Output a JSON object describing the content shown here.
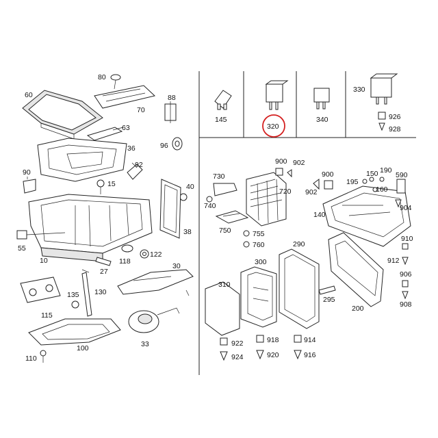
{
  "labels": [
    {
      "id": "p80",
      "text": "80"
    },
    {
      "id": "p60",
      "text": "60"
    },
    {
      "id": "p88",
      "text": "88"
    },
    {
      "id": "p70",
      "text": "70"
    },
    {
      "id": "p63",
      "text": "63"
    },
    {
      "id": "p96",
      "text": "96"
    },
    {
      "id": "p36",
      "text": "36"
    },
    {
      "id": "p92",
      "text": "92"
    },
    {
      "id": "p90",
      "text": "90"
    },
    {
      "id": "p15",
      "text": "15"
    },
    {
      "id": "p40",
      "text": "40"
    },
    {
      "id": "p38",
      "text": "38"
    },
    {
      "id": "p55",
      "text": "55"
    },
    {
      "id": "p10",
      "text": "10"
    },
    {
      "id": "p27",
      "text": "27"
    },
    {
      "id": "p118",
      "text": "118"
    },
    {
      "id": "p122",
      "text": "122"
    },
    {
      "id": "p30",
      "text": "30"
    },
    {
      "id": "p135",
      "text": "135"
    },
    {
      "id": "p130",
      "text": "130"
    },
    {
      "id": "p115",
      "text": "115"
    },
    {
      "id": "p100",
      "text": "100"
    },
    {
      "id": "p33",
      "text": "33"
    },
    {
      "id": "p110",
      "text": "110"
    },
    {
      "id": "p145",
      "text": "145"
    },
    {
      "id": "p320",
      "text": "320"
    },
    {
      "id": "p340",
      "text": "340"
    },
    {
      "id": "p330",
      "text": "330"
    },
    {
      "id": "p926",
      "text": "926"
    },
    {
      "id": "p928",
      "text": "928"
    },
    {
      "id": "p730",
      "text": "730"
    },
    {
      "id": "p900a",
      "text": "900"
    },
    {
      "id": "p902a",
      "text": "902"
    },
    {
      "id": "p720",
      "text": "720"
    },
    {
      "id": "p740",
      "text": "740"
    },
    {
      "id": "p750",
      "text": "750"
    },
    {
      "id": "p755",
      "text": "755"
    },
    {
      "id": "p760",
      "text": "760"
    },
    {
      "id": "p900b",
      "text": "900"
    },
    {
      "id": "p902b",
      "text": "902"
    },
    {
      "id": "p195",
      "text": "195"
    },
    {
      "id": "p150",
      "text": "150"
    },
    {
      "id": "p190",
      "text": "190"
    },
    {
      "id": "p590",
      "text": "590"
    },
    {
      "id": "p160",
      "text": "160"
    },
    {
      "id": "p904",
      "text": "904"
    },
    {
      "id": "p140",
      "text": "140"
    },
    {
      "id": "p910",
      "text": "910"
    },
    {
      "id": "p912",
      "text": "912"
    },
    {
      "id": "p290",
      "text": "290"
    },
    {
      "id": "p300",
      "text": "300"
    },
    {
      "id": "p310",
      "text": "310"
    },
    {
      "id": "p295",
      "text": "295"
    },
    {
      "id": "p200",
      "text": "200"
    },
    {
      "id": "p906",
      "text": "906"
    },
    {
      "id": "p908",
      "text": "908"
    },
    {
      "id": "p922",
      "text": "922"
    },
    {
      "id": "p924",
      "text": "924"
    },
    {
      "id": "p918",
      "text": "918"
    },
    {
      "id": "p920",
      "text": "920"
    },
    {
      "id": "p914",
      "text": "914"
    },
    {
      "id": "p916",
      "text": "916"
    }
  ],
  "highlight": {
    "label": "320",
    "color": "#d42020"
  },
  "colors": {
    "line": "#222222",
    "fill_light": "#e6e6e6",
    "background": "#ffffff"
  }
}
